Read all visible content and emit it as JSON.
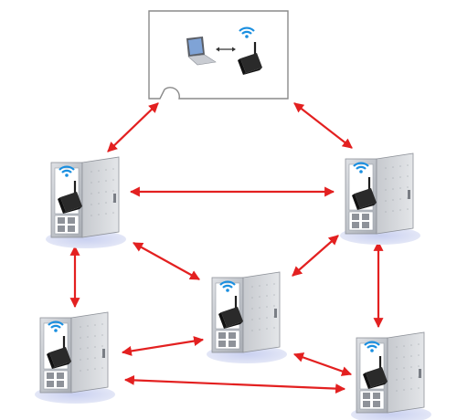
{
  "diagram": {
    "type": "wireless mesh network diagram",
    "control_room": {
      "devices": [
        "laptop-icon",
        "wireless-router-icon"
      ],
      "link": "bidirectional"
    },
    "cabinets": [
      {
        "id": "cabinet-top-left",
        "device": "wireless-router-icon"
      },
      {
        "id": "cabinet-top-right",
        "device": "wireless-router-icon"
      },
      {
        "id": "cabinet-center",
        "device": "wireless-router-icon"
      },
      {
        "id": "cabinet-bottom-left",
        "device": "wireless-router-icon"
      },
      {
        "id": "cabinet-bottom-right",
        "device": "wireless-router-icon"
      }
    ],
    "links": [
      [
        "control-room",
        "cabinet-top-left"
      ],
      [
        "control-room",
        "cabinet-top-right"
      ],
      [
        "cabinet-top-left",
        "cabinet-top-right"
      ],
      [
        "cabinet-top-left",
        "cabinet-bottom-left"
      ],
      [
        "cabinet-top-left",
        "cabinet-center"
      ],
      [
        "cabinet-top-right",
        "cabinet-center"
      ],
      [
        "cabinet-top-right",
        "cabinet-bottom-right"
      ],
      [
        "cabinet-bottom-left",
        "cabinet-center"
      ],
      [
        "cabinet-bottom-left",
        "cabinet-bottom-right"
      ],
      [
        "cabinet-center",
        "cabinet-bottom-right"
      ]
    ],
    "colors": {
      "arrow": "#e32020",
      "wifi": "#1a8fe0",
      "cabinet_steel": "#c9ccd2",
      "cabinet_shadow": "#b9c2e6",
      "router": "#2a2a2a",
      "frame": "#8a8a8a"
    }
  }
}
